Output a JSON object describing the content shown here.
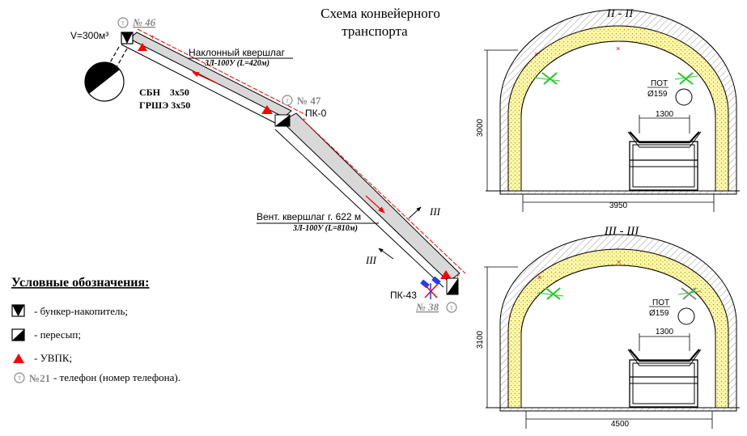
{
  "title": {
    "line1": "Схема конвейерного",
    "line2": "транспорта"
  },
  "bunker": {
    "volume": "V=300м³"
  },
  "phones": {
    "p1": "№ 46",
    "p2": "№ 47",
    "p3": "№ 38",
    "icon_letter": "т"
  },
  "equipment": {
    "sbn": "СБН    3х50",
    "grshe": "ГРШЭ 3х50"
  },
  "drift1": {
    "name": "Наклонный квершлаг",
    "conveyor": "3Л-100У (L=420м)"
  },
  "pk0": "ПК-0",
  "drift2": {
    "name": "Вент. квершлаг г. 622 м",
    "conveyor": "3Л-100У (L=810м)"
  },
  "pk43": "ПК-43",
  "section_marks": {
    "mark": "III"
  },
  "section1": {
    "title": "II - II",
    "height": "3000",
    "width": "3950",
    "belt": "1300",
    "pot": "ПОТ",
    "pipe": "Ø159"
  },
  "section2": {
    "title": "III - III",
    "height": "3100",
    "width": "4500",
    "belt": "1300",
    "pot": "ПОТ",
    "pipe": "Ø159"
  },
  "legend": {
    "heading": "Условные обозначения:",
    "items": {
      "bunker": "- бункер-накопитель;",
      "transfer": "- пересып;",
      "uvpk": "- УВПК;",
      "phone_num": "№21",
      "phone": "- телефон (номер телефона)."
    }
  },
  "colors": {
    "red": "#ff0000",
    "green": "#22cc22",
    "blue": "#1e3cff",
    "yellow": "#fff9b0",
    "gray": "#d8d8d8",
    "hatch": "#999999"
  }
}
